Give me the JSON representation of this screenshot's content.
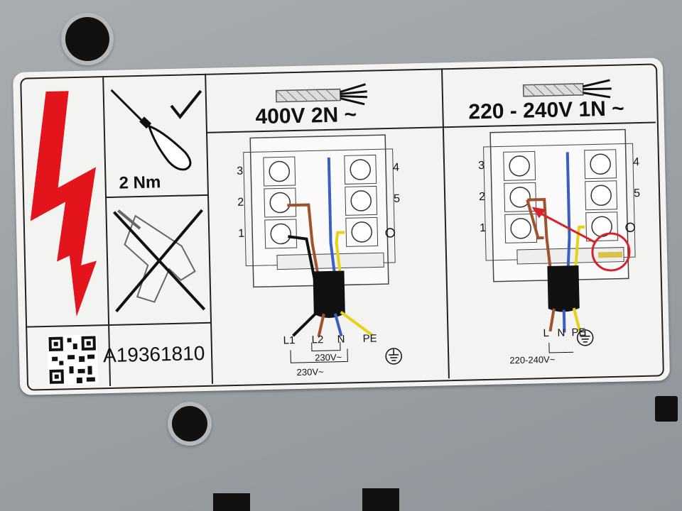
{
  "label": {
    "torque": "2 Nm",
    "part_number": "A19361810",
    "config_400": {
      "title": "400V 2N ~",
      "terminals_left": [
        "3",
        "2",
        "1"
      ],
      "terminals_right": [
        "4",
        "5"
      ],
      "wires": [
        "L1",
        "L2",
        "N",
        "PE"
      ],
      "voltage_inner": "230V~",
      "voltage_outer": "230V~"
    },
    "config_230": {
      "title": "220 - 240V 1N ~",
      "terminals_left": [
        "3",
        "2",
        "1"
      ],
      "terminals_right": [
        "4",
        "5"
      ],
      "wires": [
        "L",
        "N",
        "PE"
      ],
      "voltage": "220-240V~"
    }
  },
  "colors": {
    "lightning": "#e3141b",
    "wire_brown": "#a0522d",
    "wire_blue": "#3a5fc4",
    "wire_yellow": "#e6d21a",
    "wire_black": "#111111",
    "highlight": "#d8222a"
  }
}
